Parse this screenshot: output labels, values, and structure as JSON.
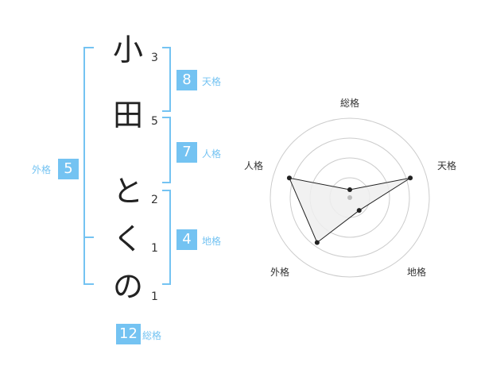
{
  "name_chars": [
    {
      "char": "小",
      "strokes": "3"
    },
    {
      "char": "田",
      "strokes": "5"
    },
    {
      "char": "と",
      "strokes": "2"
    },
    {
      "char": "く",
      "strokes": "1"
    },
    {
      "char": "の",
      "strokes": "1"
    }
  ],
  "fortune": {
    "tenkaku": {
      "label": "天格",
      "value": "8"
    },
    "jinkaku": {
      "label": "人格",
      "value": "7"
    },
    "chikaku": {
      "label": "地格",
      "value": "4"
    },
    "gaikaku": {
      "label": "外格",
      "value": "5"
    },
    "soukaku": {
      "label": "総格",
      "value": "12"
    }
  },
  "radar": {
    "axes": [
      "総格",
      "天格",
      "地格",
      "外格",
      "人格"
    ],
    "values": [
      0.1,
      0.8,
      0.2,
      0.7,
      0.8
    ],
    "colors": {
      "line": "#222222",
      "fill": "#eeeeee",
      "grid": "#cccccc",
      "center": "#bbbbbb"
    }
  },
  "colors": {
    "accent": "#74c3f2"
  }
}
